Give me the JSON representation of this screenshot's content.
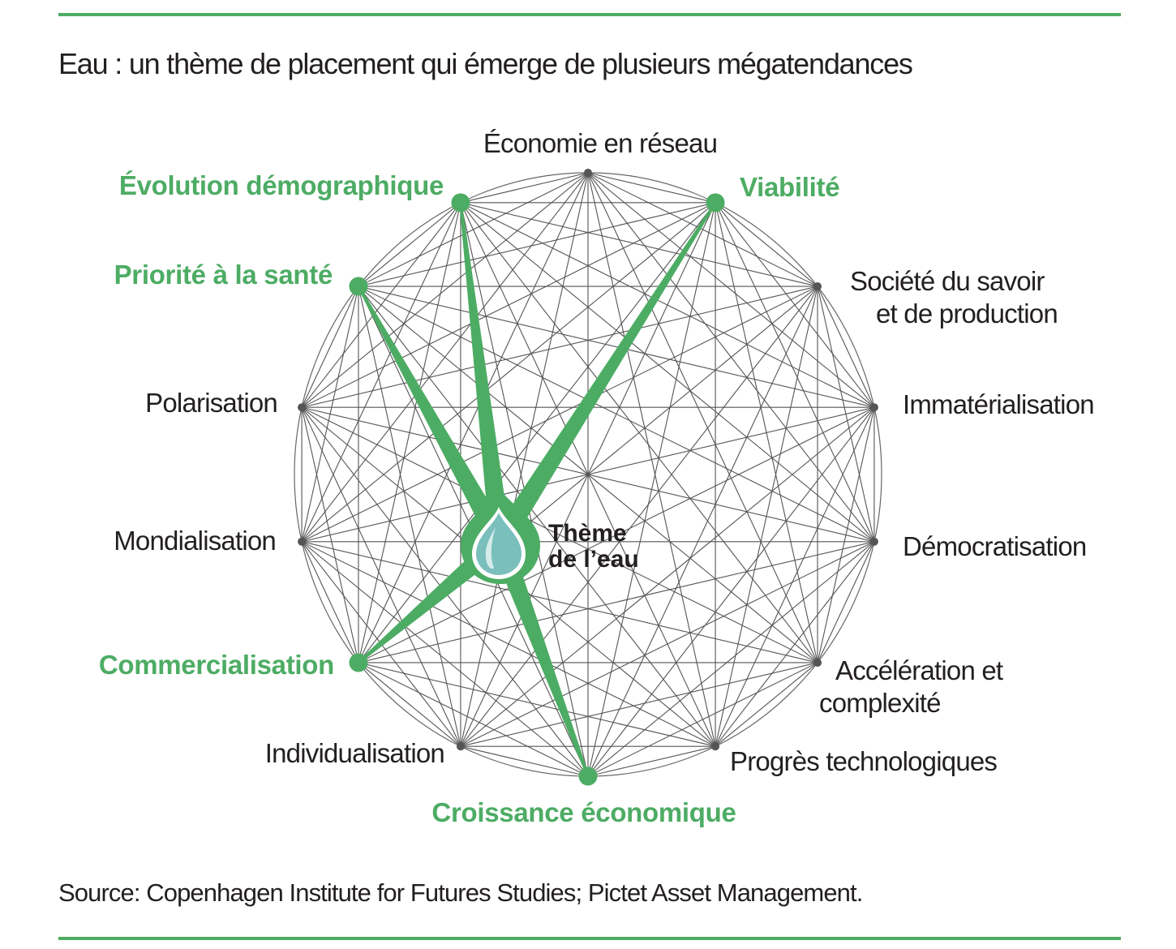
{
  "title": "Eau : un thème de placement qui émerge de plusieurs mégatendances",
  "center": {
    "line1": "Thème",
    "line2": "de l’eau",
    "icon": "water-drop-icon"
  },
  "colors": {
    "accent": "#4dac64",
    "line": "#555555",
    "drop": "#7bbfbd",
    "text": "#231f20"
  },
  "nodes": [
    {
      "lines": [
        "Économie en réseau"
      ],
      "highlighted": false
    },
    {
      "lines": [
        "Viabilité"
      ],
      "highlighted": true
    },
    {
      "lines": [
        "Société du savoir",
        "et de production"
      ],
      "highlighted": false
    },
    {
      "lines": [
        "Immatérialisation"
      ],
      "highlighted": false
    },
    {
      "lines": [
        "Démocratisation"
      ],
      "highlighted": false
    },
    {
      "lines": [
        "Accélération et",
        "complexité"
      ],
      "highlighted": false
    },
    {
      "lines": [
        "Progrès technologiques"
      ],
      "highlighted": false
    },
    {
      "lines": [
        "Croissance économique"
      ],
      "highlighted": true
    },
    {
      "lines": [
        "Individualisation"
      ],
      "highlighted": false
    },
    {
      "lines": [
        "Commercialisation"
      ],
      "highlighted": true
    },
    {
      "lines": [
        "Mondialisation"
      ],
      "highlighted": false
    },
    {
      "lines": [
        "Polarisation"
      ],
      "highlighted": false
    },
    {
      "lines": [
        "Priorité à la santé"
      ],
      "highlighted": true
    },
    {
      "lines": [
        "Évolution démographique"
      ],
      "highlighted": true
    }
  ],
  "source": "Source: Copenhagen Institute for Futures Studies; Pictet Asset Management."
}
